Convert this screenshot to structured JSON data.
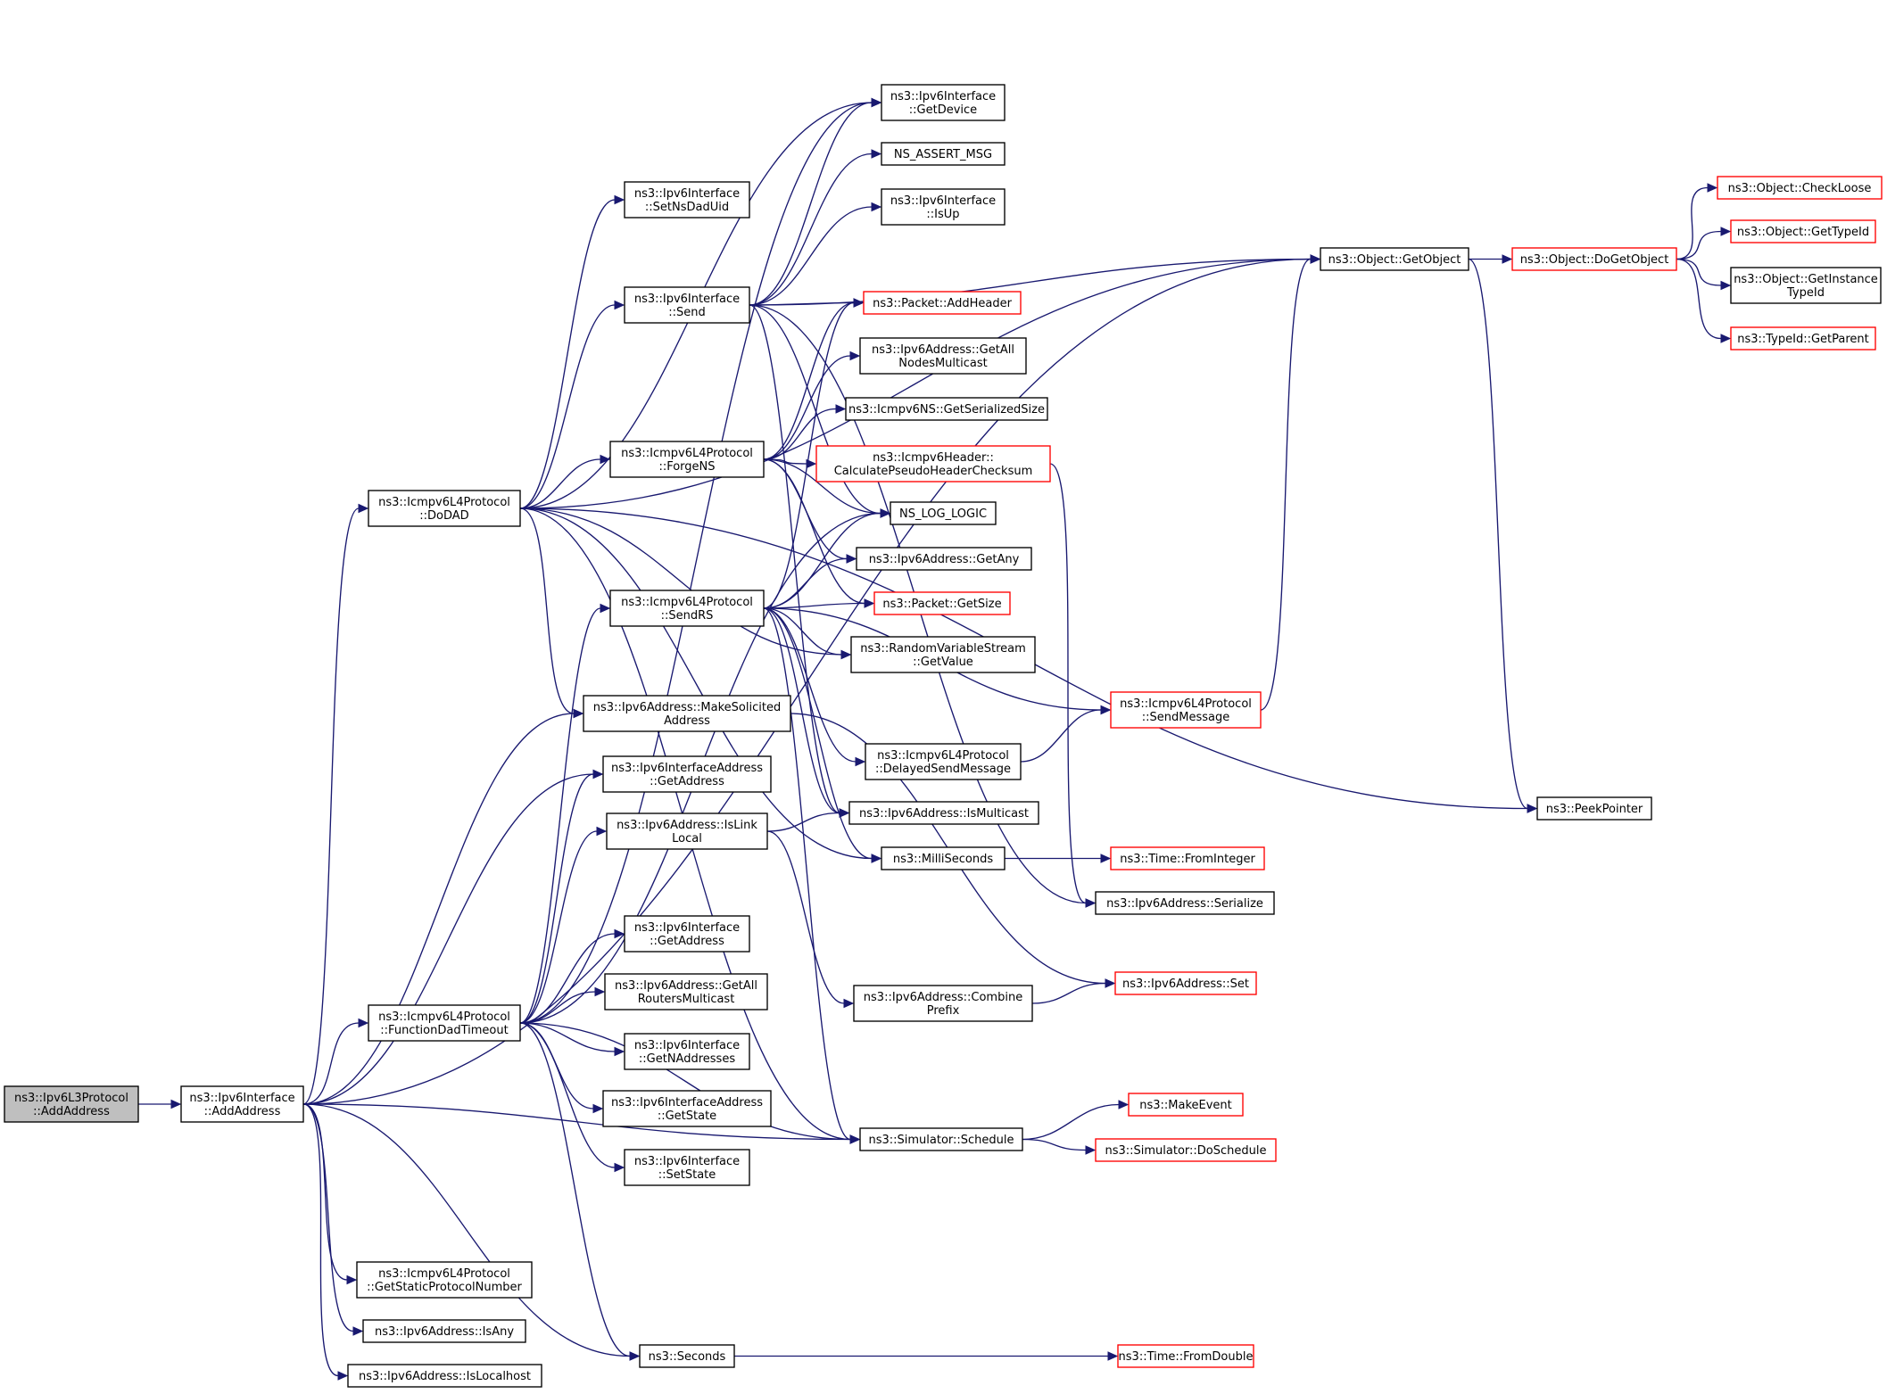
{
  "colors": {
    "edge": "#191970",
    "border_default": "#000000",
    "border_truncated": "#ff0000",
    "root_fill": "#bfbfbf",
    "node_fill": "#ffffff"
  },
  "nodes": [
    {
      "id": "root",
      "lines": [
        "ns3::Ipv6L3Protocol",
        "::AddAddress"
      ],
      "style": "root"
    },
    {
      "id": "ifaddaddr",
      "lines": [
        "ns3::Ipv6Interface",
        "::AddAddress"
      ],
      "style": "normal"
    },
    {
      "id": "dodad",
      "lines": [
        "ns3::Icmpv6L4Protocol",
        "::DoDAD"
      ],
      "style": "normal"
    },
    {
      "id": "fdt",
      "lines": [
        "ns3::Icmpv6L4Protocol",
        "::FunctionDadTimeout"
      ],
      "style": "normal"
    },
    {
      "id": "getstatic",
      "lines": [
        "ns3::Icmpv6L4Protocol",
        "::GetStaticProtocolNumber"
      ],
      "style": "normal"
    },
    {
      "id": "isany",
      "lines": [
        "ns3::Ipv6Address::IsAny"
      ],
      "style": "normal"
    },
    {
      "id": "islocalhost",
      "lines": [
        "ns3::Ipv6Address::IsLocalhost"
      ],
      "style": "normal"
    },
    {
      "id": "setnsdad",
      "lines": [
        "ns3::Ipv6Interface",
        "::SetNsDadUid"
      ],
      "style": "normal"
    },
    {
      "id": "ifsend",
      "lines": [
        "ns3::Ipv6Interface",
        "::Send"
      ],
      "style": "normal"
    },
    {
      "id": "forgens",
      "lines": [
        "ns3::Icmpv6L4Protocol",
        "::ForgeNS"
      ],
      "style": "normal"
    },
    {
      "id": "sendrs",
      "lines": [
        "ns3::Icmpv6L4Protocol",
        "::SendRS"
      ],
      "style": "normal"
    },
    {
      "id": "makesol",
      "lines": [
        "ns3::Ipv6Address::MakeSolicited",
        "Address"
      ],
      "style": "normal"
    },
    {
      "id": "ifaddrgetaddr",
      "lines": [
        "ns3::Ipv6InterfaceAddress",
        "::GetAddress"
      ],
      "style": "normal"
    },
    {
      "id": "islinklocal",
      "lines": [
        "ns3::Ipv6Address::IsLink",
        "Local"
      ],
      "style": "normal"
    },
    {
      "id": "ifgetaddr",
      "lines": [
        "ns3::Ipv6Interface",
        "::GetAddress"
      ],
      "style": "normal"
    },
    {
      "id": "getallrouters",
      "lines": [
        "ns3::Ipv6Address::GetAll",
        "RoutersMulticast"
      ],
      "style": "normal"
    },
    {
      "id": "getnaddr",
      "lines": [
        "ns3::Ipv6Interface",
        "::GetNAddresses"
      ],
      "style": "normal"
    },
    {
      "id": "ifaddrgetstate",
      "lines": [
        "ns3::Ipv6InterfaceAddress",
        "::GetState"
      ],
      "style": "normal"
    },
    {
      "id": "ifsetstate",
      "lines": [
        "ns3::Ipv6Interface",
        "::SetState"
      ],
      "style": "normal"
    },
    {
      "id": "seconds",
      "lines": [
        "ns3::Seconds"
      ],
      "style": "normal"
    },
    {
      "id": "getdevice",
      "lines": [
        "ns3::Ipv6Interface",
        "::GetDevice"
      ],
      "style": "normal"
    },
    {
      "id": "nsassert",
      "lines": [
        "NS_ASSERT_MSG"
      ],
      "style": "normal"
    },
    {
      "id": "isup",
      "lines": [
        "ns3::Ipv6Interface",
        "::IsUp"
      ],
      "style": "normal"
    },
    {
      "id": "addheader",
      "lines": [
        "ns3::Packet::AddHeader"
      ],
      "style": "red"
    },
    {
      "id": "getallnodes",
      "lines": [
        "ns3::Ipv6Address::GetAll",
        "NodesMulticast"
      ],
      "style": "normal"
    },
    {
      "id": "nsgetsize",
      "lines": [
        "ns3::Icmpv6NS::GetSerializedSize"
      ],
      "style": "normal"
    },
    {
      "id": "calcpseudo",
      "lines": [
        "ns3::Icmpv6Header::",
        "CalculatePseudoHeaderChecksum"
      ],
      "style": "red"
    },
    {
      "id": "nslog",
      "lines": [
        "NS_LOG_LOGIC"
      ],
      "style": "normal"
    },
    {
      "id": "getany",
      "lines": [
        "ns3::Ipv6Address::GetAny"
      ],
      "style": "normal"
    },
    {
      "id": "pktgetsize",
      "lines": [
        "ns3::Packet::GetSize"
      ],
      "style": "red"
    },
    {
      "id": "rvsgetvalue",
      "lines": [
        "ns3::RandomVariableStream",
        "::GetValue"
      ],
      "style": "normal"
    },
    {
      "id": "delayed",
      "lines": [
        "ns3::Icmpv6L4Protocol",
        "::DelayedSendMessage"
      ],
      "style": "normal"
    },
    {
      "id": "ismulticast",
      "lines": [
        "ns3::Ipv6Address::IsMulticast"
      ],
      "style": "normal"
    },
    {
      "id": "millis",
      "lines": [
        "ns3::MilliSeconds"
      ],
      "style": "normal"
    },
    {
      "id": "combine",
      "lines": [
        "ns3::Ipv6Address::Combine",
        "Prefix"
      ],
      "style": "normal"
    },
    {
      "id": "schedule",
      "lines": [
        "ns3::Simulator::Schedule"
      ],
      "style": "normal"
    },
    {
      "id": "getobject",
      "lines": [
        "ns3::Object::GetObject"
      ],
      "style": "normal"
    },
    {
      "id": "sendmessage",
      "lines": [
        "ns3::Icmpv6L4Protocol",
        "::SendMessage"
      ],
      "style": "red"
    },
    {
      "id": "fromint",
      "lines": [
        "ns3::Time::FromInteger"
      ],
      "style": "red"
    },
    {
      "id": "serialize",
      "lines": [
        "ns3::Ipv6Address::Serialize"
      ],
      "style": "normal"
    },
    {
      "id": "addrset",
      "lines": [
        "ns3::Ipv6Address::Set"
      ],
      "style": "red"
    },
    {
      "id": "makeevent",
      "lines": [
        "ns3::MakeEvent"
      ],
      "style": "red"
    },
    {
      "id": "doschedule",
      "lines": [
        "ns3::Simulator::DoSchedule"
      ],
      "style": "red"
    },
    {
      "id": "fromdouble",
      "lines": [
        "ns3::Time::FromDouble"
      ],
      "style": "red"
    },
    {
      "id": "dogetobject",
      "lines": [
        "ns3::Object::DoGetObject"
      ],
      "style": "red"
    },
    {
      "id": "peekpointer",
      "lines": [
        "ns3::PeekPointer"
      ],
      "style": "normal"
    },
    {
      "id": "checkloose",
      "lines": [
        "ns3::Object::CheckLoose"
      ],
      "style": "red"
    },
    {
      "id": "gettypeid",
      "lines": [
        "ns3::Object::GetTypeId"
      ],
      "style": "red"
    },
    {
      "id": "getinstance",
      "lines": [
        "ns3::Object::GetInstance",
        "TypeId"
      ],
      "style": "normal"
    },
    {
      "id": "getparent",
      "lines": [
        "ns3::TypeId::GetParent"
      ],
      "style": "red"
    }
  ],
  "edges": [
    [
      "root",
      "ifaddaddr"
    ],
    [
      "ifaddaddr",
      "dodad"
    ],
    [
      "ifaddaddr",
      "fdt"
    ],
    [
      "ifaddaddr",
      "getobject"
    ],
    [
      "ifaddaddr",
      "makesol"
    ],
    [
      "ifaddaddr",
      "ifaddrgetaddr"
    ],
    [
      "ifaddaddr",
      "schedule"
    ],
    [
      "ifaddaddr",
      "seconds"
    ],
    [
      "ifaddaddr",
      "getstatic"
    ],
    [
      "ifaddaddr",
      "isany"
    ],
    [
      "ifaddaddr",
      "islocalhost"
    ],
    [
      "dodad",
      "getobject"
    ],
    [
      "dodad",
      "getdevice"
    ],
    [
      "dodad",
      "setnsdad"
    ],
    [
      "dodad",
      "ifsend"
    ],
    [
      "dodad",
      "forgens"
    ],
    [
      "dodad",
      "makesol"
    ],
    [
      "dodad",
      "rvsgetvalue"
    ],
    [
      "dodad",
      "millis"
    ],
    [
      "dodad",
      "schedule"
    ],
    [
      "dodad",
      "peekpointer"
    ],
    [
      "fdt",
      "getdevice"
    ],
    [
      "fdt",
      "sendrs"
    ],
    [
      "fdt",
      "ifaddrgetaddr"
    ],
    [
      "fdt",
      "islinklocal"
    ],
    [
      "fdt",
      "ifgetaddr"
    ],
    [
      "fdt",
      "getallrouters"
    ],
    [
      "fdt",
      "getnaddr"
    ],
    [
      "fdt",
      "ifaddrgetstate"
    ],
    [
      "fdt",
      "ifsetstate"
    ],
    [
      "fdt",
      "nslog"
    ],
    [
      "fdt",
      "schedule"
    ],
    [
      "fdt",
      "seconds"
    ],
    [
      "ifsend",
      "getdevice"
    ],
    [
      "ifsend",
      "nsassert"
    ],
    [
      "ifsend",
      "isup"
    ],
    [
      "ifsend",
      "getobject"
    ],
    [
      "ifsend",
      "addheader"
    ],
    [
      "ifsend",
      "nslog"
    ],
    [
      "ifsend",
      "ismulticast"
    ],
    [
      "ifsend",
      "serialize"
    ],
    [
      "forgens",
      "addheader"
    ],
    [
      "forgens",
      "getallnodes"
    ],
    [
      "forgens",
      "nsgetsize"
    ],
    [
      "forgens",
      "calcpseudo"
    ],
    [
      "forgens",
      "nslog"
    ],
    [
      "forgens",
      "getany"
    ],
    [
      "forgens",
      "pktgetsize"
    ],
    [
      "sendrs",
      "addheader"
    ],
    [
      "sendrs",
      "nslog"
    ],
    [
      "sendrs",
      "getany"
    ],
    [
      "sendrs",
      "pktgetsize"
    ],
    [
      "sendrs",
      "rvsgetvalue"
    ],
    [
      "sendrs",
      "sendmessage"
    ],
    [
      "sendrs",
      "delayed"
    ],
    [
      "sendrs",
      "ismulticast"
    ],
    [
      "sendrs",
      "millis"
    ],
    [
      "sendrs",
      "schedule"
    ],
    [
      "makesol",
      "addrset"
    ],
    [
      "islinklocal",
      "ismulticast"
    ],
    [
      "islinklocal",
      "combine"
    ],
    [
      "combine",
      "addrset"
    ],
    [
      "calcpseudo",
      "serialize"
    ],
    [
      "delayed",
      "sendmessage"
    ],
    [
      "sendmessage",
      "getobject"
    ],
    [
      "millis",
      "fromint"
    ],
    [
      "schedule",
      "makeevent"
    ],
    [
      "schedule",
      "doschedule"
    ],
    [
      "seconds",
      "fromdouble"
    ],
    [
      "getobject",
      "dogetobject"
    ],
    [
      "getobject",
      "peekpointer"
    ],
    [
      "dogetobject",
      "checkloose"
    ],
    [
      "dogetobject",
      "gettypeid"
    ],
    [
      "dogetobject",
      "getinstance"
    ],
    [
      "dogetobject",
      "getparent"
    ]
  ]
}
